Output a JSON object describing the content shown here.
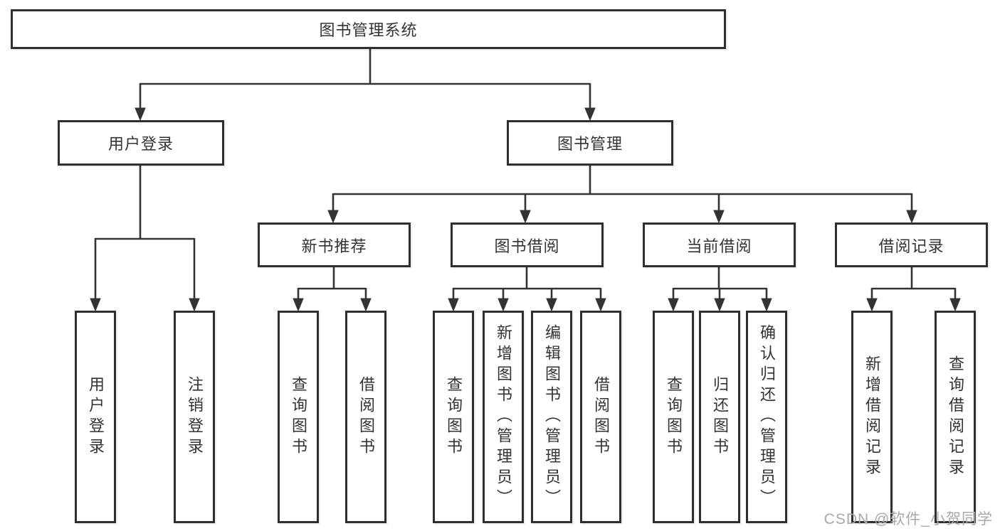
{
  "tree": {
    "root": "图书管理系统",
    "branches": [
      {
        "label": "用户登录",
        "children": [
          "用户登录",
          "注销登录"
        ]
      },
      {
        "label": "图书管理",
        "children": [
          {
            "label": "新书推荐",
            "children": [
              "查询图书",
              "借阅图书"
            ]
          },
          {
            "label": "图书借阅",
            "children": [
              "查询图书",
              "新增图书（管理员）",
              "编辑图书（管理员）",
              "借阅图书"
            ]
          },
          {
            "label": "当前借阅",
            "children": [
              "查询图书",
              "归还图书",
              "确认归还（管理员）"
            ]
          },
          {
            "label": "借阅记录",
            "children": [
              "新增借阅记录",
              "查询借阅记录"
            ]
          }
        ]
      }
    ]
  },
  "colors": {
    "line": "#333333",
    "border": "#2f2f2f",
    "background": "#ffffff",
    "watermark": "#a9a9a9"
  },
  "watermark": "CSDN @软件_小贺同学"
}
